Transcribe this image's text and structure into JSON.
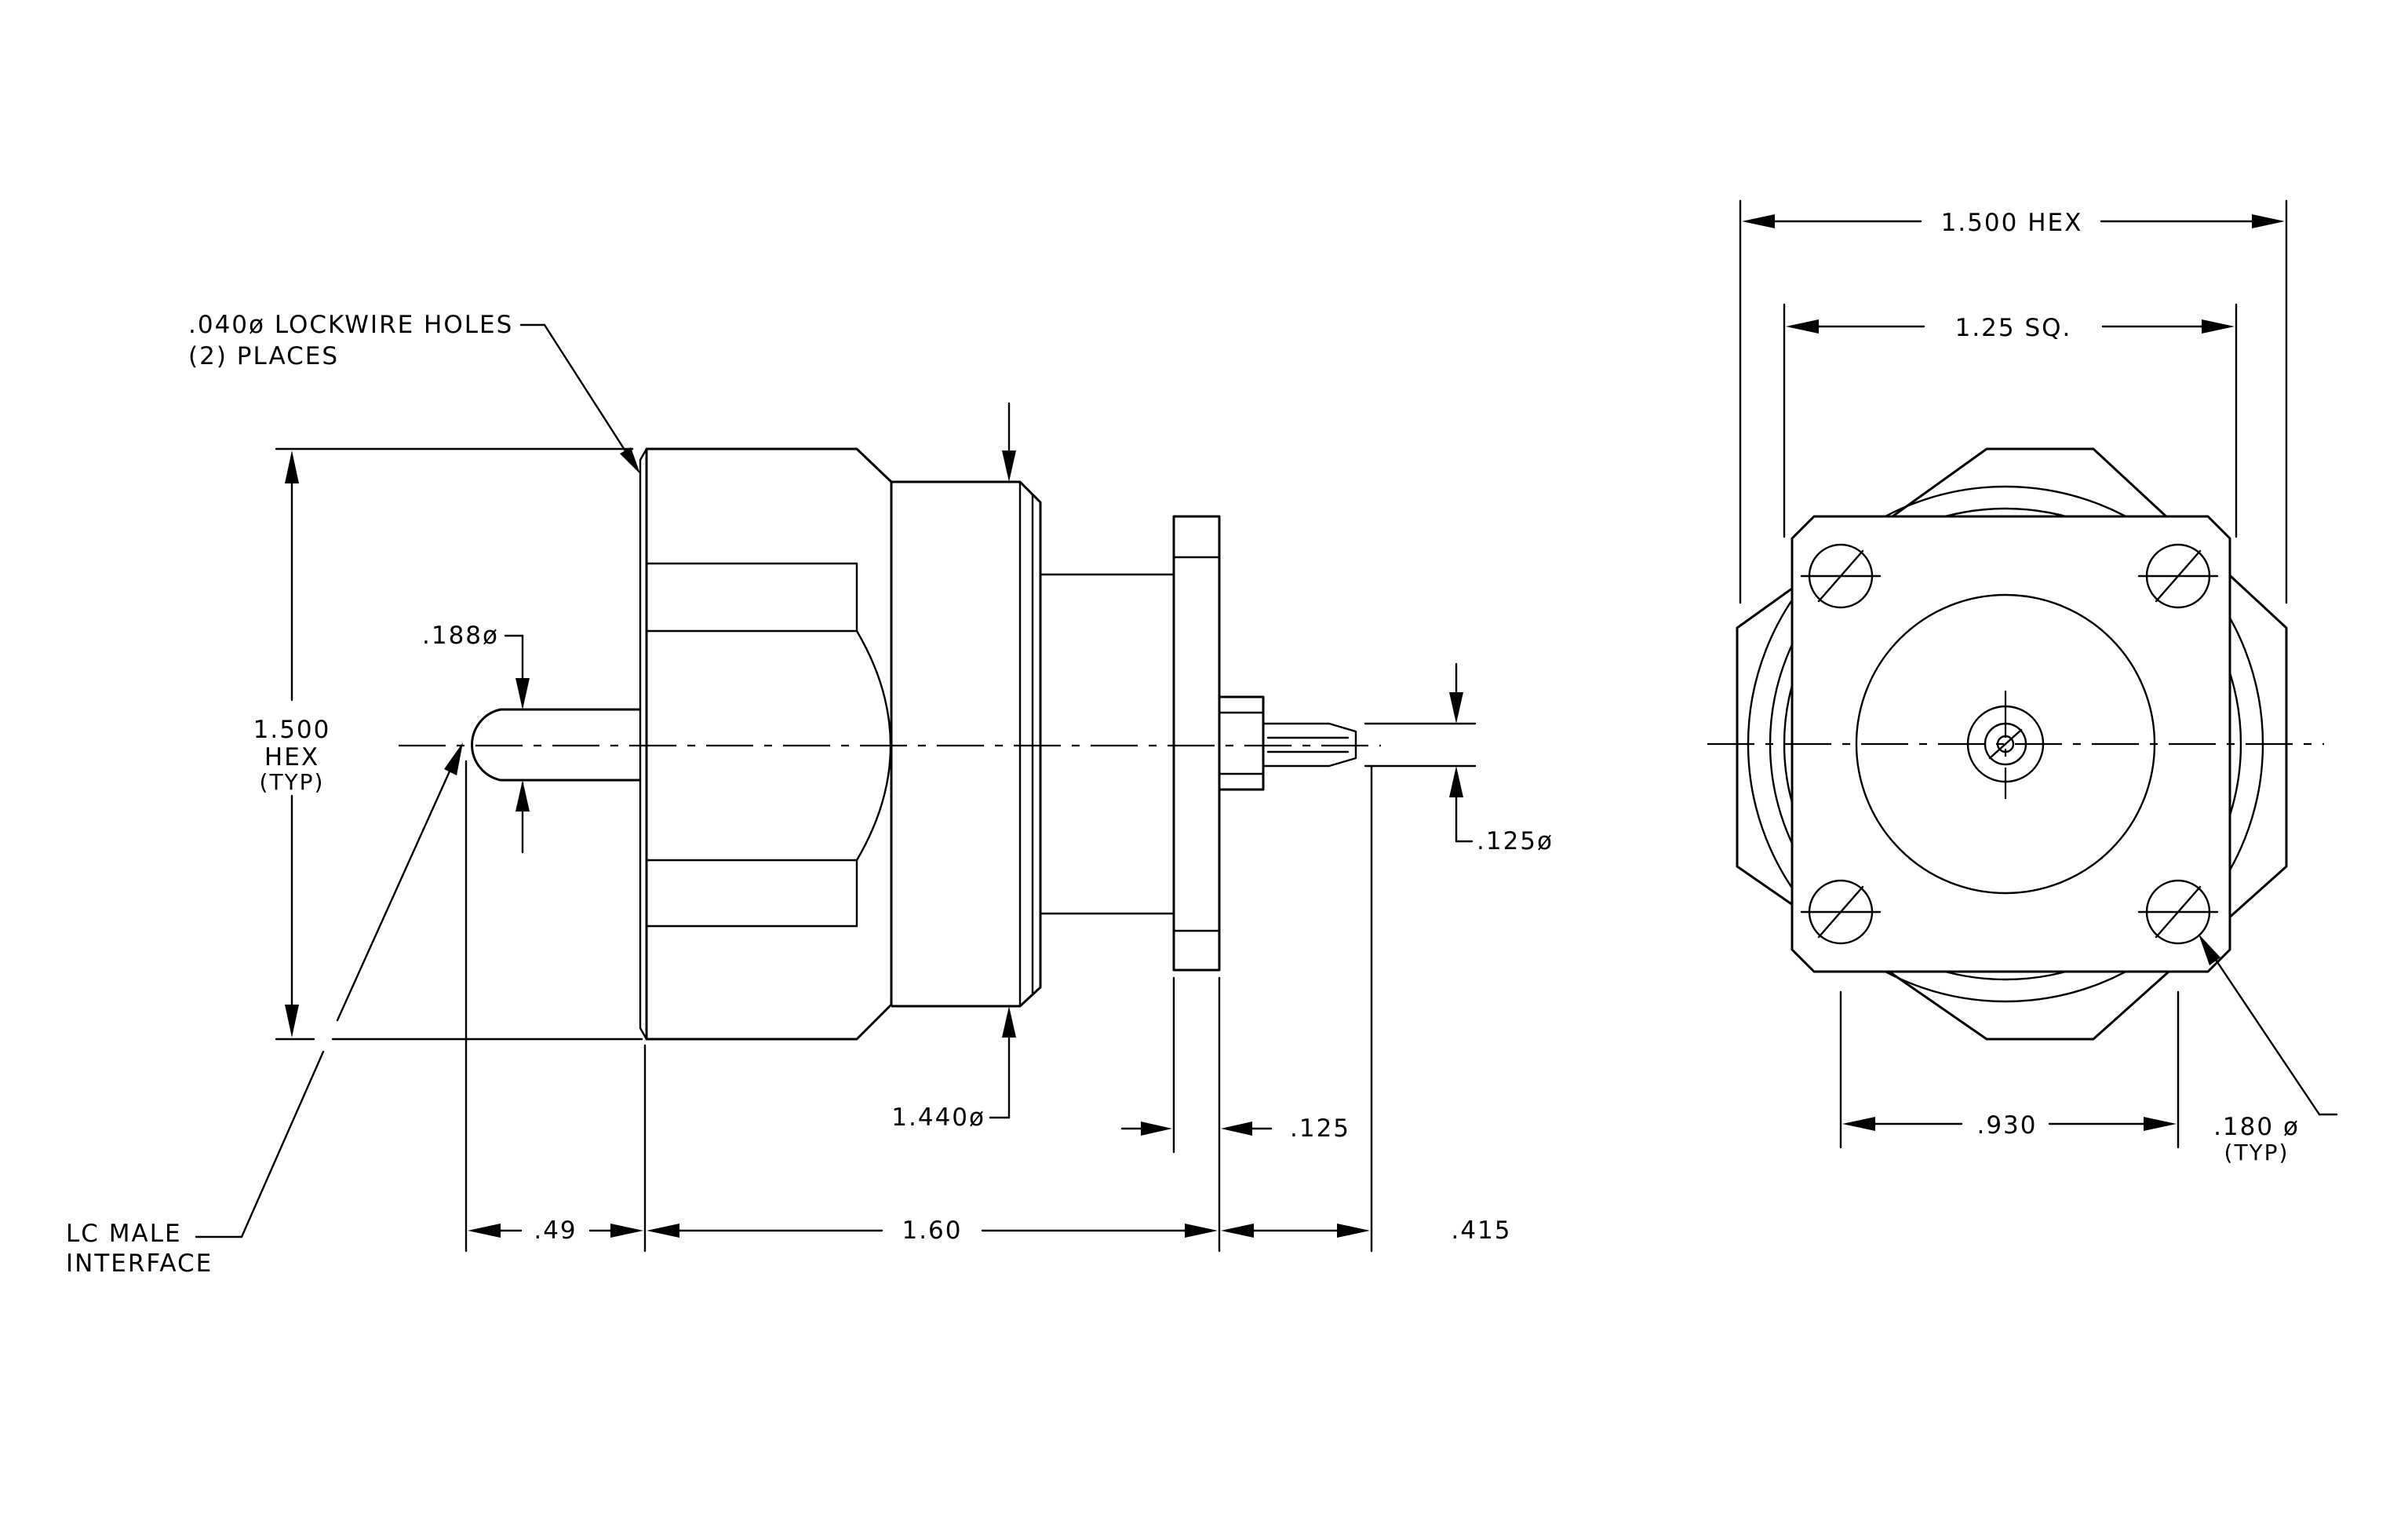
{
  "labels": {
    "lockwire_line1": ".040ø LOCKWIRE HOLES",
    "lockwire_line2": "(2)  PLACES",
    "pin_dia": ".188ø",
    "hex_side_1": "1.500",
    "hex_side_2": "HEX",
    "hex_side_3": "(TYP)",
    "lc_line1": "LC MALE",
    "lc_line2": "INTERFACE",
    "dim_049": ".49",
    "dim_160": "1.60",
    "dim_0415": ".415",
    "dim_1440": "1.440ø",
    "dim_0125_thk": ".125",
    "dim_0125_dia": ".125ø",
    "hex_top": "1.500  HEX",
    "sq_top": "1.25  SQ.",
    "dim_0930": ".930",
    "hole_dia": ".180 ø",
    "hole_typ": "(TYP)"
  }
}
